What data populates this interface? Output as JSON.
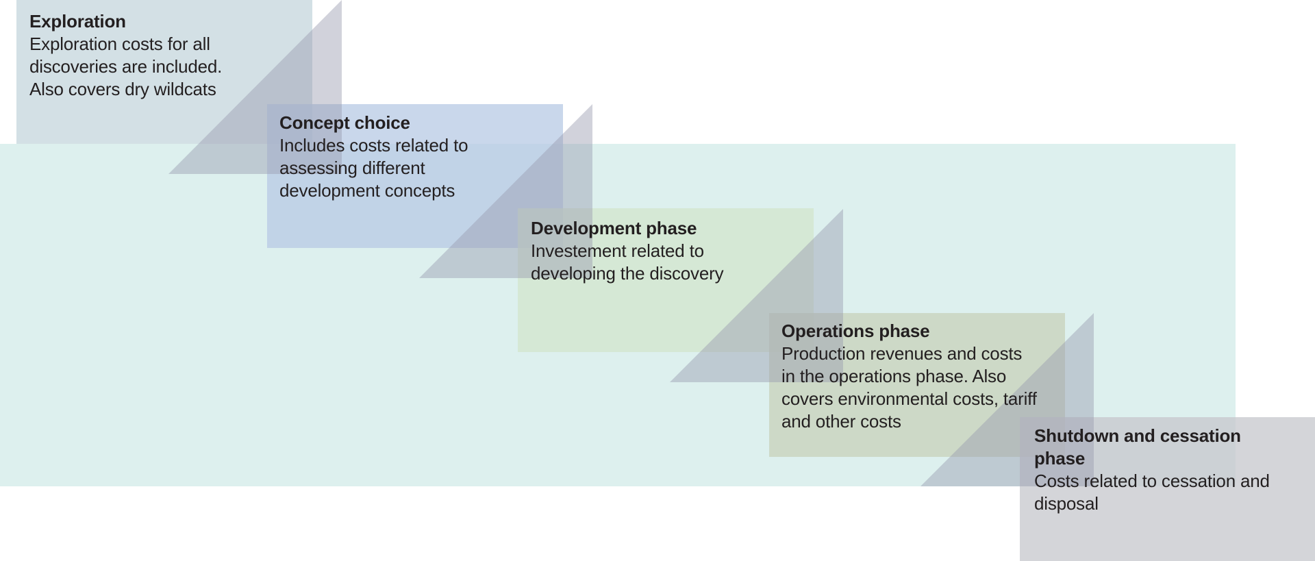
{
  "phases": [
    {
      "id": "exploration",
      "title": "Exploration",
      "description": "Exploration costs for all\ndiscoveries are included.\nAlso covers dry wildcats",
      "color": "#c4d6dc"
    },
    {
      "id": "concept",
      "title": "Concept choice",
      "description": "Includes costs related to\nassessing different\ndevelopment concepts",
      "color": "#b7cae4"
    },
    {
      "id": "development",
      "title": "Development phase",
      "description": "Investement related to\ndeveloping the discovery",
      "color": "#d1e5cc"
    },
    {
      "id": "operations",
      "title": "Operations phase",
      "description": "Production revenues and costs\nin the operations phase.  Also\ncovers environmental costs, tariff\nand other costs",
      "color": "#c7d1b9"
    },
    {
      "id": "shutdown",
      "title": "Shutdown and cessation\nphase",
      "description": "Costs related to cessation and\ndisposal",
      "color": "#c6c7cc"
    }
  ],
  "colors": {
    "background_band": "#ddf0ee",
    "triangle": "#9a9cb0"
  }
}
